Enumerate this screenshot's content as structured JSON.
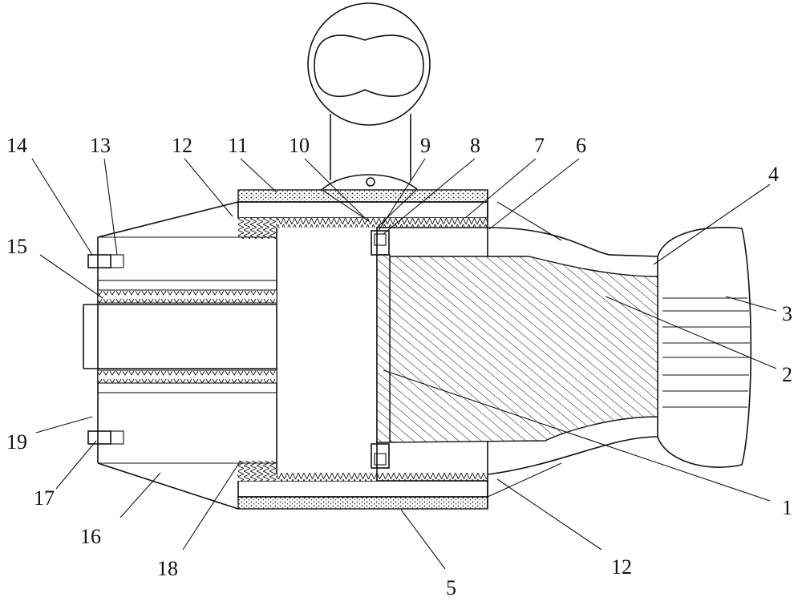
{
  "labels": {
    "l1": "1",
    "l2": "2",
    "l3": "3",
    "l4": "4",
    "l5": "5",
    "l6": "6",
    "l7": "7",
    "l8": "8",
    "l9": "9",
    "l10": "10",
    "l11": "11",
    "l12a": "12",
    "l12b": "12",
    "l13": "13",
    "l14": "14",
    "l15": "15",
    "l16": "16",
    "l17": "17",
    "l18": "18",
    "l19": "19"
  },
  "colors": {
    "line": "#111111",
    "background": "#ffffff"
  }
}
